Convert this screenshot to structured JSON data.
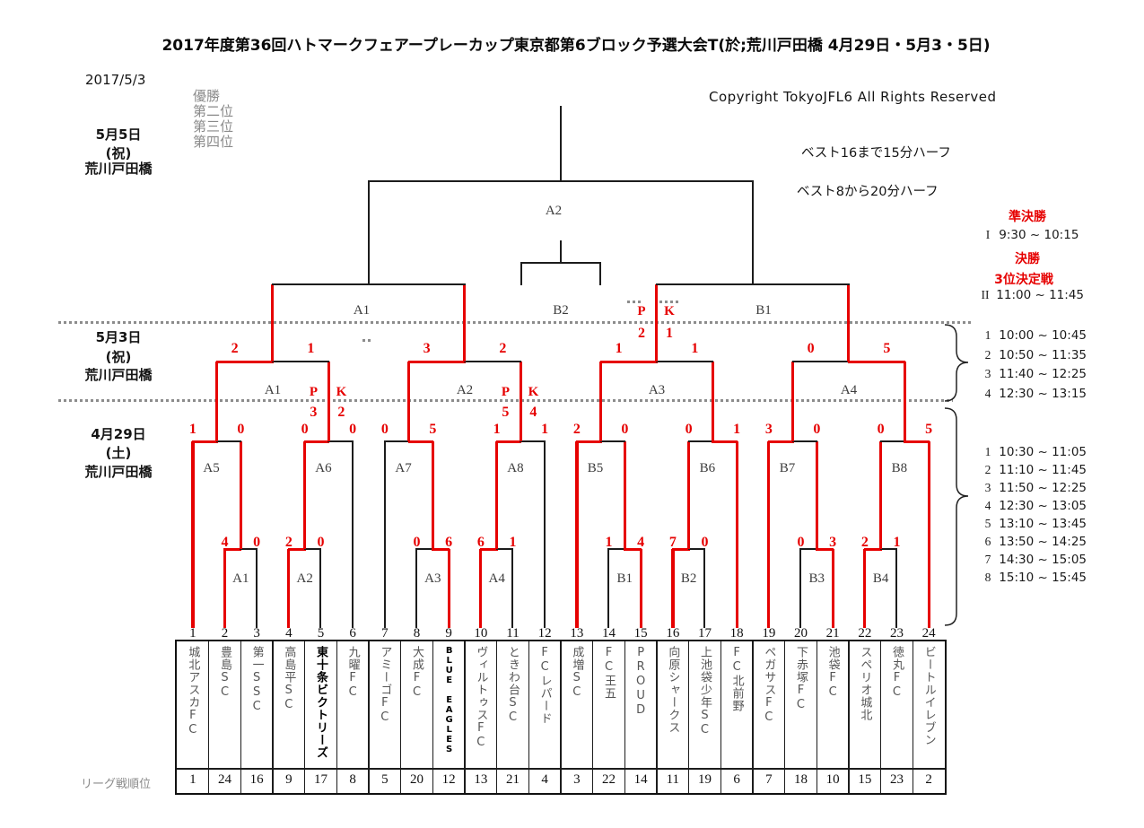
{
  "title": "2017年度第36回ハトマークフェアープレーカップ東京都第6ブロック予選大会T(於;荒川戸田橋 4月29日・5月3・5日)",
  "date_note": "2017/5/3",
  "copyright": "Copyright TokyoJFL6 All Rights Reserved",
  "standings_legend": [
    "優勝",
    "第二位",
    "第三位",
    "第四位"
  ],
  "venue_blocks": [
    {
      "date": "5月5日",
      "day_note": "(祝)",
      "venue": "荒川戸田橋"
    },
    {
      "date": "5月3日",
      "day_note": "(祝)",
      "venue": "荒川戸田橋"
    },
    {
      "date": "4月29日",
      "day_note": "(土)",
      "venue": "荒川戸田橋"
    }
  ],
  "rules": [
    "ベスト16まで15分ハーフ",
    "ベスト8から20分ハーフ"
  ],
  "finals_schedule": {
    "semifinal_label": "準決勝",
    "final_label": "決勝",
    "third_place_label": "3位決定戦",
    "slots": [
      {
        "num": "I",
        "time": "9:30 ~ 10:15"
      },
      {
        "num": "II",
        "time": "11:00 ~ 11:45"
      }
    ]
  },
  "day2_schedule": [
    {
      "num": "1",
      "time": "10:00 ~ 10:45"
    },
    {
      "num": "2",
      "time": "10:50 ~ 11:35"
    },
    {
      "num": "3",
      "time": "11:40 ~ 12:25"
    },
    {
      "num": "4",
      "time": "12:30 ~ 13:15"
    }
  ],
  "day1_schedule": [
    {
      "num": "1",
      "time": "10:30 ~ 11:05"
    },
    {
      "num": "2",
      "time": "11:10 ~ 11:45"
    },
    {
      "num": "3",
      "time": "11:50 ~ 12:25"
    },
    {
      "num": "4",
      "time": "12:30 ~ 13:05"
    },
    {
      "num": "5",
      "time": "13:10 ~ 13:45"
    },
    {
      "num": "6",
      "time": "13:50 ~ 14:25"
    },
    {
      "num": "7",
      "time": "14:30 ~ 15:05"
    },
    {
      "num": "8",
      "time": "15:10 ~ 15:45"
    }
  ],
  "league_rank_label": "リーグ戦順位",
  "pk_header": [
    "P",
    "K"
  ],
  "teams": [
    {
      "no": 1,
      "name": "城北アスカFC",
      "rank": 1,
      "path": "red-thick"
    },
    {
      "no": 2,
      "name": "豊島SC",
      "rank": 24,
      "path": "red"
    },
    {
      "no": 3,
      "name": "第一SSC",
      "rank": 16,
      "path": "black"
    },
    {
      "no": 4,
      "name": "高島平SC",
      "rank": 9,
      "path": "red"
    },
    {
      "no": 5,
      "name": "東十条ビクトリーズ",
      "rank": 17,
      "path": "black",
      "bold": true
    },
    {
      "no": 6,
      "name": "九曜FC",
      "rank": 8,
      "path": "black"
    },
    {
      "no": 7,
      "name": "アミーゴFC",
      "rank": 5,
      "path": "black"
    },
    {
      "no": 8,
      "name": "大成FC",
      "rank": 20,
      "path": "black"
    },
    {
      "no": 9,
      "name": "BLUE EAGLES",
      "rank": 12,
      "path": "red",
      "bold": true,
      "latin": true
    },
    {
      "no": 10,
      "name": "ヴィルトゥスFC",
      "rank": 13,
      "path": "red"
    },
    {
      "no": 11,
      "name": "ときわ台SC",
      "rank": 21,
      "path": "black"
    },
    {
      "no": 12,
      "name": "FCレパード",
      "rank": 4,
      "path": "black"
    },
    {
      "no": 13,
      "name": "成増SC",
      "rank": 3,
      "path": "red-thick"
    },
    {
      "no": 14,
      "name": "FC王五",
      "rank": 22,
      "path": "black"
    },
    {
      "no": 15,
      "name": "PROUD",
      "rank": 14,
      "path": "red"
    },
    {
      "no": 16,
      "name": "向原シャークス",
      "rank": 11,
      "path": "red-thick"
    },
    {
      "no": 17,
      "name": "上池袋少年SC",
      "rank": 19,
      "path": "black"
    },
    {
      "no": 18,
      "name": "FC北前野",
      "rank": 6,
      "path": "red"
    },
    {
      "no": 19,
      "name": "ペガサスFC",
      "rank": 7,
      "path": "red"
    },
    {
      "no": 20,
      "name": "下赤塚FC",
      "rank": 18,
      "path": "black"
    },
    {
      "no": 21,
      "name": "池袋FC",
      "rank": 10,
      "path": "red"
    },
    {
      "no": 22,
      "name": "スペリオ城北",
      "rank": 15,
      "path": "red"
    },
    {
      "no": 23,
      "name": "徳丸FC",
      "rank": 23,
      "path": "black"
    },
    {
      "no": 24,
      "name": "ビートルイレブン",
      "rank": 2,
      "path": "red"
    }
  ],
  "bracket": {
    "round1": [
      {
        "id": "A1",
        "teams": [
          2,
          3
        ],
        "score": [
          "4",
          "0"
        ],
        "winner": "left"
      },
      {
        "id": "A2",
        "teams": [
          4,
          5
        ],
        "score": [
          "2",
          "0"
        ],
        "winner": "left"
      },
      {
        "id": "A3",
        "teams": [
          8,
          9
        ],
        "score": [
          "0",
          "6"
        ],
        "winner": "right"
      },
      {
        "id": "A4",
        "teams": [
          10,
          11
        ],
        "score": [
          "6",
          "1"
        ],
        "winner": "left"
      },
      {
        "id": "B1",
        "teams": [
          14,
          15
        ],
        "score": [
          "1",
          "4"
        ],
        "winner": "right"
      },
      {
        "id": "B2",
        "teams": [
          16,
          17
        ],
        "score": [
          "7",
          "0"
        ],
        "winner": "left"
      },
      {
        "id": "B3",
        "teams": [
          20,
          21
        ],
        "score": [
          "0",
          "3"
        ],
        "winner": "right"
      },
      {
        "id": "B4",
        "teams": [
          22,
          23
        ],
        "score": [
          "2",
          "1"
        ],
        "winner": "left"
      }
    ],
    "round2": [
      {
        "id": "A5",
        "score": [
          "1",
          "0"
        ],
        "winner": "left"
      },
      {
        "id": "A6",
        "score": [
          "0",
          "0"
        ],
        "pk": [
          "3",
          "2"
        ],
        "winner": "left"
      },
      {
        "id": "A7",
        "score": [
          "0",
          "5"
        ],
        "winner": "right"
      },
      {
        "id": "A8",
        "score": [
          "1",
          "1"
        ],
        "pk": [
          "5",
          "4"
        ],
        "winner": "left"
      },
      {
        "id": "B5",
        "score": [
          "2",
          "0"
        ],
        "winner": "left"
      },
      {
        "id": "B6",
        "score": [
          "0",
          "1"
        ],
        "winner": "right"
      },
      {
        "id": "B7",
        "score": [
          "3",
          "0"
        ],
        "winner": "left"
      },
      {
        "id": "B8",
        "score": [
          "0",
          "5"
        ],
        "winner": "right"
      }
    ],
    "quarterfinals": [
      {
        "id": "A1",
        "score": [
          "2",
          "1"
        ],
        "winner": "left"
      },
      {
        "id": "A2",
        "score": [
          "3",
          "2"
        ],
        "winner": "left"
      },
      {
        "id": "A3",
        "score": [
          "1",
          "1"
        ],
        "pk": [
          "2",
          "1"
        ],
        "winner": "left"
      },
      {
        "id": "A4",
        "score": [
          "0",
          "5"
        ],
        "winner": "right"
      }
    ],
    "semifinals": [
      {
        "id": "A1"
      },
      {
        "id": "B1"
      }
    ],
    "final": {
      "id": "A2"
    },
    "third_place": {
      "id": "B2"
    }
  }
}
